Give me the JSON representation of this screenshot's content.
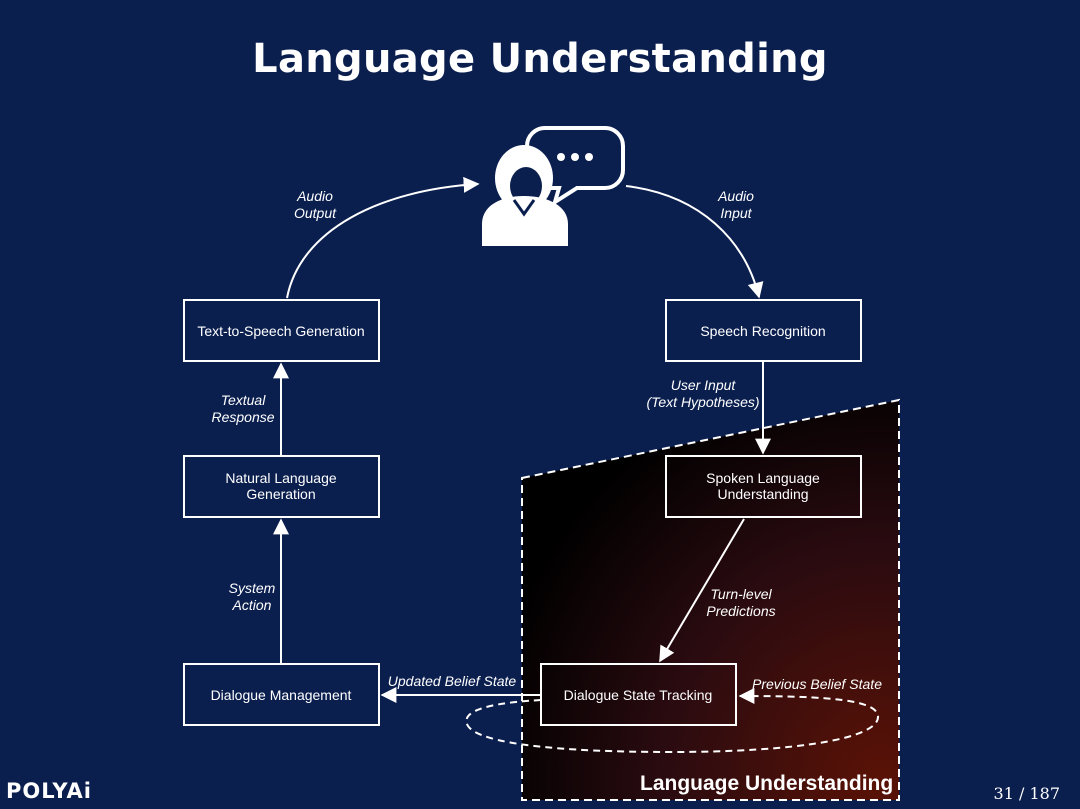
{
  "title": "Language Understanding",
  "nodes": {
    "user": {
      "icon": "user-speech-bubble-icon"
    },
    "tts": {
      "lines": [
        "Text-to-Speech Generation"
      ]
    },
    "asr": {
      "lines": [
        "Speech Recognition"
      ]
    },
    "nlg": {
      "lines": [
        "Natural Language",
        "Generation"
      ]
    },
    "slu": {
      "lines": [
        "Spoken Language",
        "Understanding"
      ]
    },
    "dm": {
      "lines": [
        "Dialogue Management"
      ]
    },
    "dst": {
      "lines": [
        "Dialogue State Tracking"
      ]
    }
  },
  "edge_labels": {
    "audio_output": [
      "Audio",
      "Output"
    ],
    "audio_input": [
      "Audio",
      "Input"
    ],
    "textual_response": [
      "Textual",
      "Response"
    ],
    "user_input": [
      "User Input",
      "(Text Hypotheses)"
    ],
    "system_action": [
      "System",
      "Action"
    ],
    "turn_level": [
      "Turn-level",
      "Predictions"
    ],
    "updated_belief": [
      "Updated Belief State"
    ],
    "previous_belief": [
      "Previous Belief State"
    ]
  },
  "region_label": "Language Understanding",
  "footer": {
    "logo": "POLYAi",
    "page": "31 / 187"
  },
  "colors": {
    "background": "#0b1f4f",
    "region_glow": "#5a1206",
    "stroke": "#ffffff"
  }
}
